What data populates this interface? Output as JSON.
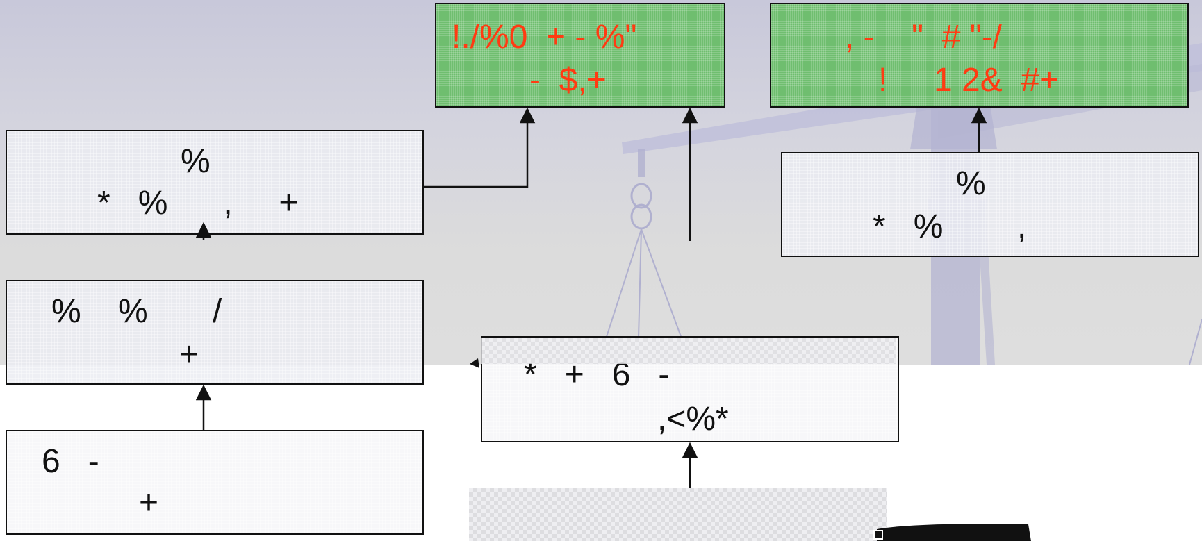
{
  "colors": {
    "node_fill": "#ebecf2",
    "result_fill": "#6fbe6f",
    "result_text": "#ff3b12",
    "border": "#111111"
  },
  "nodes": {
    "result_left": {
      "line1": "!./%0  + - %\"",
      "line2": "-  $,+"
    },
    "result_right": {
      "line1": ", -    \"  # \"-/",
      "line2": "!     1 2&  #+"
    },
    "left_top": {
      "line1": "%",
      "line2": "*   %      ,     +"
    },
    "left_mid": {
      "line1": "%    %       /",
      "line2": "+"
    },
    "left_bottom": {
      "line1": "6   -",
      "line2": "+"
    },
    "right_box": {
      "line1": "%",
      "line2": "*   %        ,"
    },
    "center_box": {
      "line1": "*   +   6   -",
      "line2": ",<%*"
    }
  }
}
